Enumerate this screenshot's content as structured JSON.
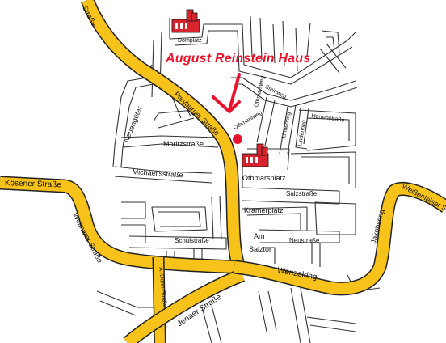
{
  "title": "August Reinstein Haus",
  "colors": {
    "main_road_fill": "#f7c21a",
    "main_road_outline": "#222222",
    "street_line": "#333333",
    "highlight": "#e8122c",
    "church": "#d8242c"
  },
  "icons": {
    "marker": "red-dot-marker",
    "arrow": "red-arrow-icon",
    "churches": [
      "church-icon",
      "church-icon"
    ]
  },
  "labels": {
    "freyburger_top": "Straße",
    "freyburger": "Freyburger Straße",
    "domplatz": "Domplatz",
    "steinweg": "Steinweg",
    "othmarsweg": "Othmarsweg",
    "lindenring": "Lindenring",
    "herrenstrasse": "Herrenstraße",
    "lindenring2": "Lindenring",
    "neuengueter": "Neuengüter",
    "moritzstrasse": "Moritzstraße",
    "michaelisstrasse": "Michaelisstraße",
    "othmarsplatz": "Othmarsplatz",
    "koesener": "Kösener Straße",
    "weimarer": "Weimarer Straße",
    "duerer": "A.-Dürer-Straße",
    "salzstrasse": "Salzstraße",
    "kramerplatz": "Kramerplatz",
    "schulstrasse": "Schulstraße",
    "am": "Am",
    "salztor": "Salztor",
    "neustrasse": "Neustraße",
    "wenzelring": "Wenzelring",
    "jenaer": "Jenaer Straße",
    "jakobsring": "Jakobsring",
    "weissenfelser": "Weißenfelser Str",
    "marker_street": "Othmarsweg"
  }
}
